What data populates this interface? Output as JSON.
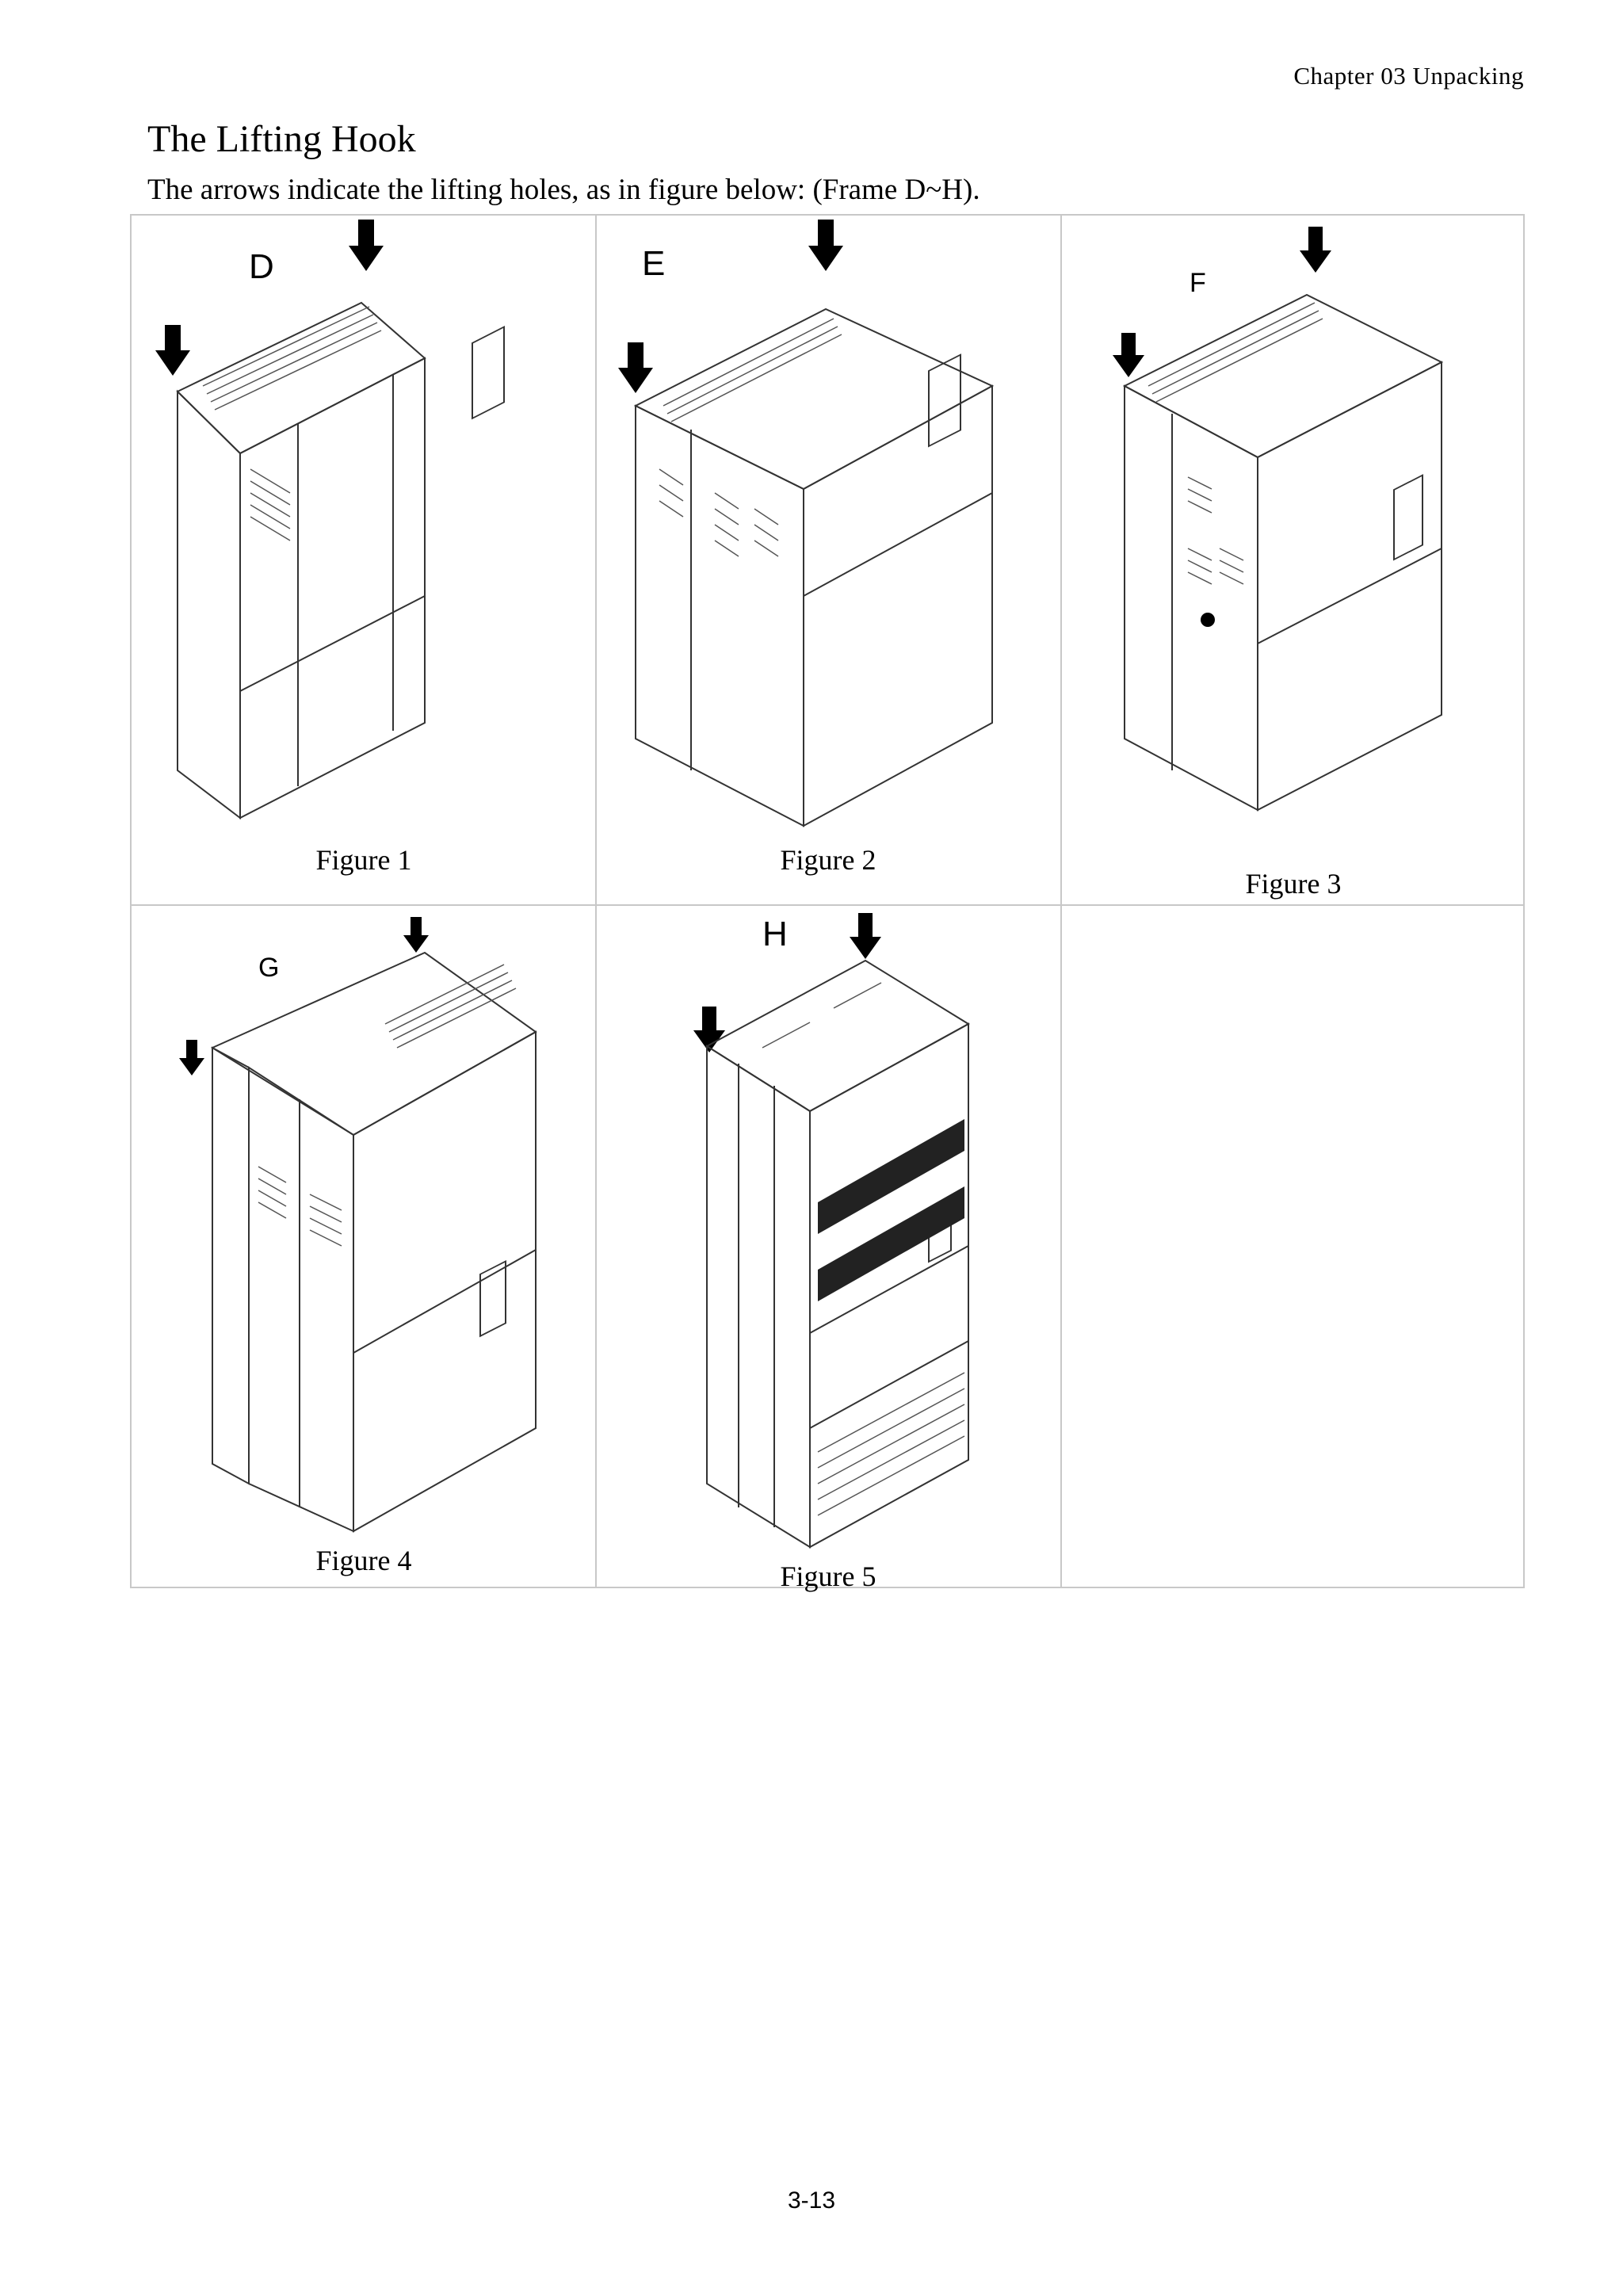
{
  "header": {
    "chapter": "Chapter  03  Unpacking"
  },
  "section": {
    "title": "The Lifting Hook",
    "intro": "The arrows indicate the lifting holes, as in figure below: (Frame D~H)."
  },
  "figures": [
    {
      "frame": "D",
      "caption": "Figure 1"
    },
    {
      "frame": "E",
      "caption": "Figure 2"
    },
    {
      "frame": "F",
      "caption": "Figure 3"
    },
    {
      "frame": "G",
      "caption": "Figure 4"
    },
    {
      "frame": "H",
      "caption": "Figure 5"
    }
  ],
  "footer": {
    "page_number": "3-13"
  }
}
